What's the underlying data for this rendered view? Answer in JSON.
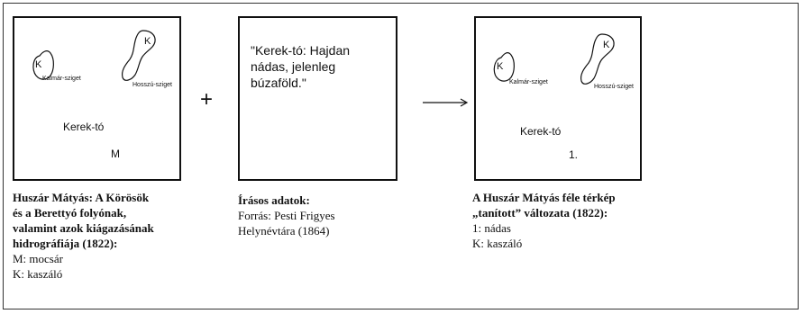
{
  "panels": {
    "left_map": {
      "island_left_mark": "K",
      "island_left_name": "Kalmár-sziget",
      "island_right_mark": "K",
      "island_right_name": "Hosszú-sziget",
      "lake_name": "Kerek-tó",
      "lake_mark": "M"
    },
    "quote": {
      "text_lines": [
        "\"Kerek-tó: Hajdan",
        "nádas, jelenleg",
        "búzaföld.\""
      ]
    },
    "right_map": {
      "island_left_mark": "K",
      "island_left_name": "Kalmár-sziget",
      "island_right_mark": "K",
      "island_right_name": "Hosszú-sziget",
      "lake_name": "Kerek-tó",
      "lake_mark": "1."
    }
  },
  "operators": {
    "plus": "+",
    "arrow": "→"
  },
  "captions": {
    "left": {
      "bold_lines": [
        "Huszár Mátyás: A Körösök",
        "és a Berettyó folyónak,",
        "valamint azok kiágazásának",
        "hidrográfiája (1822):"
      ],
      "legend_lines": [
        "M: mocsár",
        "K: kaszáló"
      ]
    },
    "middle": {
      "bold_lines": [
        "Írásos adatok:"
      ],
      "legend_lines": [
        "Forrás: Pesti Frigyes",
        "Helynévtára (1864)"
      ]
    },
    "right": {
      "bold_lines": [
        "A Huszár Mátyás féle térkép",
        "„tanított” változata (1822):"
      ],
      "legend_lines": [
        "1: nádas",
        "K: kaszáló"
      ]
    }
  }
}
